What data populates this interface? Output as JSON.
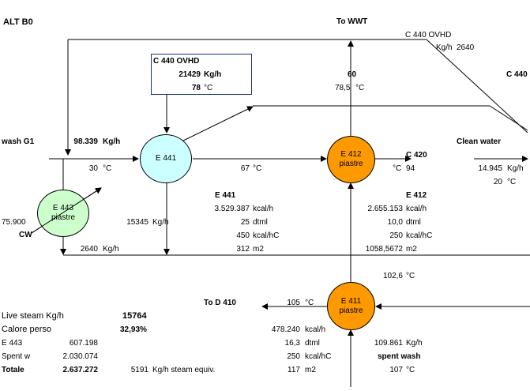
{
  "title": "ALT B0",
  "colors": {
    "e441": "#ccffff",
    "e412": "#ff9900",
    "e411": "#ff9900",
    "e443": "#ccffcc",
    "c440_box_border": "#1f2f8f"
  },
  "nodes": {
    "e441": {
      "label": "E 441"
    },
    "e412": {
      "line1": "E 412",
      "line2": "piastre"
    },
    "e411": {
      "line1": "E 411",
      "line2": "piastre"
    },
    "e443": {
      "line1": "E 443",
      "line2": "piastre"
    }
  },
  "labels": {
    "to_wwt": "To WWT",
    "c440_ovhd_top": "C 440 OVHD",
    "kgh_top": "Kg/h",
    "val_2640_top": "2640",
    "c440_right": "C 440",
    "c440_box_title": "C 440 OVHD",
    "c440_box_flow": "21429",
    "c440_box_flow_unit": "Kg/h",
    "c440_box_temp": "78",
    "c440_box_temp_unit": "°C",
    "wwt_temp": "60",
    "e412_out_temp": "78,5",
    "e412_out_temp_unit": "°C",
    "wash_g1": "wash  G1",
    "wash_flow": "98.339",
    "wash_flow_unit": "Kg/h",
    "wash_temp": "30",
    "wash_temp_unit": "°C",
    "mid_temp": "67",
    "mid_temp_unit": "°C",
    "e412_temp_unit": "°C",
    "e412_temp": "94",
    "c420": "C 420",
    "clean_water": "Clean water",
    "clean_flow": "14.945",
    "clean_flow_unit": "Kg/h",
    "clean_temp": "20",
    "clean_temp_unit": "°C",
    "left_75900": "75.900",
    "cw": "CW",
    "e443_flow": "15345",
    "e443_flow_unit": "Kg/h",
    "bottom_2640": "2640",
    "bottom_2640_unit": "Kg/h",
    "e411_top_temp": "102,6",
    "e411_top_temp_unit": "°C",
    "to_d410": "To  D 410",
    "d410_temp": "105",
    "d410_temp_unit": "°C",
    "spent_wash": "spent wash",
    "spent_flow": "109.861",
    "spent_flow_unit": "Kg/h",
    "spent_temp": "107",
    "spent_temp_unit": "°C"
  },
  "e441_table": {
    "header": "E 441",
    "rows": [
      {
        "value": "3.529.387",
        "unit": "kcal/h"
      },
      {
        "value": "25",
        "unit": "dtml"
      },
      {
        "value": "450",
        "unit": "kcal/hC"
      },
      {
        "value": "312",
        "unit": "m2"
      }
    ]
  },
  "e412_table": {
    "header": "E 412",
    "rows": [
      {
        "value": "2.655.153",
        "unit": "kcal/h"
      },
      {
        "value": "10,0",
        "unit": "dtml"
      },
      {
        "value": "250",
        "unit": "kcal/hC"
      },
      {
        "value": "1058,5672",
        "unit": "m2"
      }
    ]
  },
  "e411_table": {
    "rows": [
      {
        "value": "478.240",
        "unit": "kcal/h"
      },
      {
        "value": "16,3",
        "unit": "dtml"
      },
      {
        "value": "250",
        "unit": "kcal/hC"
      },
      {
        "value": "117",
        "unit": "m2"
      }
    ]
  },
  "summary": {
    "live_steam_label": "Live steam Kg/h",
    "live_steam_value": "15764",
    "calore_label": "Calore perso",
    "calore_value": "32,93%",
    "e443_label": "E 443",
    "e443_value": "607.198",
    "spent_label": "Spent w",
    "spent_value": "2.030.074",
    "totale_label": "Totale",
    "totale_value": "2.637.272",
    "equiv_value": "5191",
    "equiv_label": "Kg/h steam equiv."
  }
}
